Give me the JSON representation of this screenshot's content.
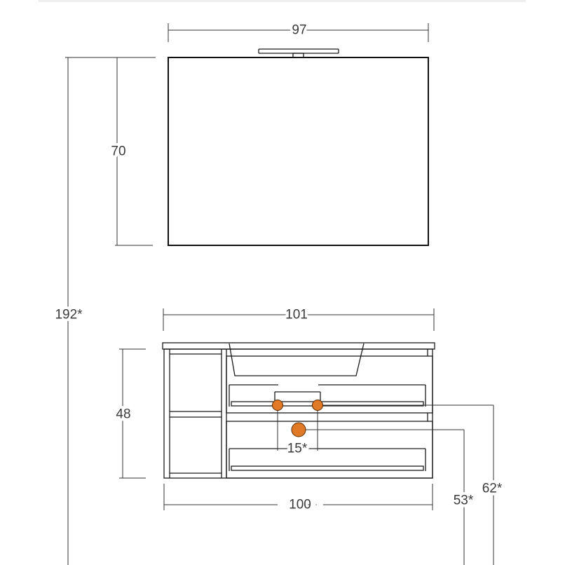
{
  "dimensions": {
    "mirror_width": "97",
    "mirror_height": "70",
    "total_height": "192*",
    "top_width": "101",
    "cabinet_height": "48",
    "cabinet_width": "100",
    "tap_spacing": "15*",
    "drain_height": "53*",
    "supply_height": "62*"
  },
  "colors": {
    "connection_point": "#e07a26"
  }
}
